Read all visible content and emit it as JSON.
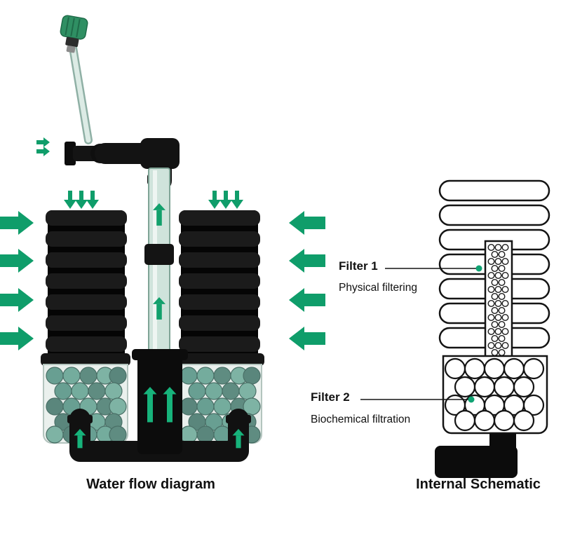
{
  "figure": {
    "left": {
      "caption": "Water flow diagram"
    },
    "right": {
      "caption": "Internal Schematic",
      "callouts": [
        {
          "label": "Filter 1",
          "description": "Physical filtering"
        },
        {
          "label": "Filter 2",
          "description": "Biochemical filtration"
        }
      ]
    }
  },
  "colors": {
    "flow_arrow_green": "#0f9d6a",
    "bright_arrow_green": "#17b37b",
    "tube_arrow_green": "#12a06c",
    "leader_dot_teal": "#0fa373",
    "bio_ball_shades": [
      "#4f8f80",
      "#5d9e8d",
      "#45796c",
      "#69a795",
      "#3f7267"
    ],
    "ball_stroke": "#2c584e",
    "outline_black": "#141414",
    "pipe_black": "#131313",
    "sponge_black": "#1b1b1b",
    "tube_glass": "#cfe3db"
  }
}
